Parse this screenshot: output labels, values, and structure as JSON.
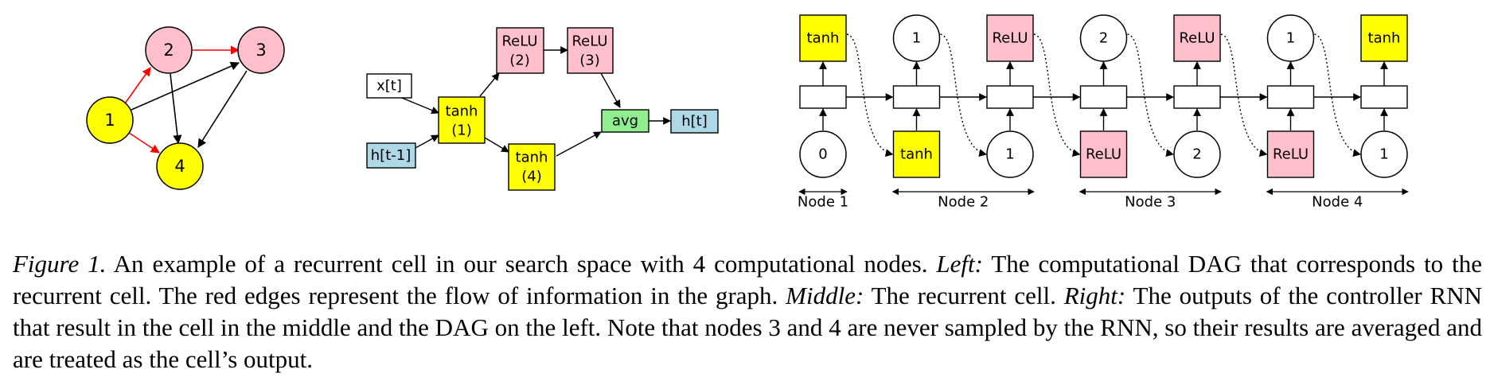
{
  "colors": {
    "yellow": "#ffff00",
    "pink": "#ffc0cb",
    "green": "#90ee90",
    "lightblue": "#add8e6",
    "red_edge": "#ff0000"
  },
  "dag": {
    "nodes": [
      "1",
      "2",
      "3",
      "4"
    ]
  },
  "cell": {
    "x_input": "x[t]",
    "h_prev": "h[t-1]",
    "tanh1": [
      "tanh",
      "(1)"
    ],
    "relu2": [
      "ReLU",
      "(2)"
    ],
    "relu3": [
      "ReLU",
      "(3)"
    ],
    "tanh4": [
      "tanh",
      "(4)"
    ],
    "avg": "avg",
    "h_out": "h[t]"
  },
  "controller": {
    "top_outputs": [
      "tanh",
      "1",
      "ReLU",
      "2",
      "ReLU",
      "1",
      "tanh"
    ],
    "bottom_inputs": [
      "0",
      "tanh",
      "1",
      "ReLU",
      "2",
      "ReLU",
      "1"
    ],
    "node_groups": [
      "Node 1",
      "Node 2",
      "Node 3",
      "Node 4"
    ]
  },
  "caption": {
    "fig_label": "Figure 1.",
    "p1": " An example of a recurrent cell in our search space with 4 computational nodes. ",
    "left_label": "Left:",
    "p2": " The computational DAG that corresponds to the recurrent cell. The red edges represent the flow of information in the graph. ",
    "middle_label": "Middle:",
    "p3": " The recurrent cell. ",
    "right_label": "Right:",
    "p4": " The outputs of the controller RNN that result in the cell in the middle and the DAG on the left. Note that nodes 3 and 4 are never sampled by the RNN, so their results are averaged and are treated as the cell’s output."
  }
}
